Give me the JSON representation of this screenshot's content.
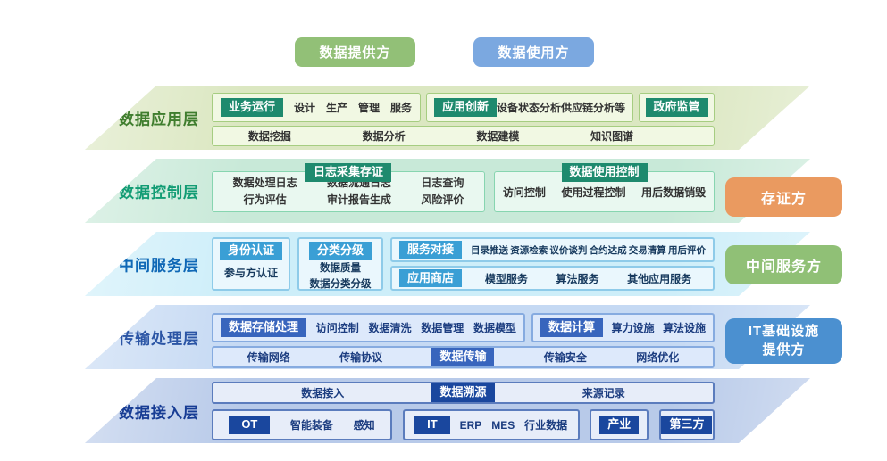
{
  "top": {
    "provider": "数据提供方",
    "consumer": "数据使用方"
  },
  "side": {
    "evidence": "存证方",
    "intermediary": "中间服务方",
    "it_line1": "IT基础设施",
    "it_line2": "提供方"
  },
  "colors": {
    "provider_green": "#92c077",
    "consumer_blue": "#7ba8e0",
    "evidence_orange": "#ea9a60",
    "intermediary_green": "#90c076",
    "infra_blue": "#4b90d0",
    "badge_teal": "#1e8a6e",
    "badge_cyan": "#3a9fd5",
    "badge_royal": "#3865bd",
    "badge_navy": "#1a479e"
  },
  "app": {
    "title": "数据应用层",
    "business": {
      "badge": "业务运行",
      "items": [
        "设计",
        "生产",
        "管理",
        "服务"
      ]
    },
    "innovation": {
      "badge": "应用创新",
      "items": [
        "设备状态分析",
        "供应链分析等"
      ]
    },
    "gov": {
      "badge": "政府监管"
    },
    "bottom_items": [
      "数据挖掘",
      "数据分析",
      "数据建模",
      "知识图谱"
    ]
  },
  "control": {
    "title": "数据控制层",
    "log": {
      "badge": "日志采集存证",
      "cols": [
        [
          "数据处理日志",
          "行为评估"
        ],
        [
          "数据流通日志",
          "审计报告生成"
        ],
        [
          "日志查询",
          "风险评价"
        ]
      ]
    },
    "usage": {
      "badge": "数据使用控制",
      "items": [
        "访问控制",
        "使用过程控制",
        "用后数据销毁"
      ]
    }
  },
  "middle": {
    "title": "中间服务层",
    "identity": {
      "badge": "身份认证",
      "items": [
        "参与方认证"
      ]
    },
    "classify": {
      "badge": "分类分级",
      "items": [
        "数据质量",
        "数据分类分级"
      ]
    },
    "service": {
      "badge": "服务对接",
      "items": [
        "目录推送",
        "资源检索",
        "议价谈判",
        "合约达成",
        "交易清算",
        "用后评价"
      ]
    },
    "store": {
      "badge": "应用商店",
      "items": [
        "模型服务",
        "算法服务",
        "其他应用服务"
      ]
    }
  },
  "transport": {
    "title": "传输处理层",
    "storage": {
      "badge": "数据存储处理",
      "items": [
        "访问控制",
        "数据清洗",
        "数据管理",
        "数据模型"
      ]
    },
    "compute": {
      "badge": "数据计算",
      "items": [
        "算力设施",
        "算法设施"
      ]
    },
    "bottom": {
      "badge": "数据传输",
      "left_items": [
        "传输网络",
        "传输协议"
      ],
      "right_items": [
        "传输安全",
        "网络优化"
      ]
    }
  },
  "access": {
    "title": "数据接入层",
    "trace": {
      "left": "数据接入",
      "badge": "数据溯源",
      "right": "来源记录"
    },
    "ot": {
      "badge": "OT",
      "items": [
        "智能装备",
        "感知"
      ]
    },
    "it": {
      "badge": "IT",
      "items": [
        "ERP",
        "MES",
        "行业数据"
      ]
    },
    "industry": {
      "badge": "产业"
    },
    "third_party": {
      "badge": "第三方"
    }
  }
}
